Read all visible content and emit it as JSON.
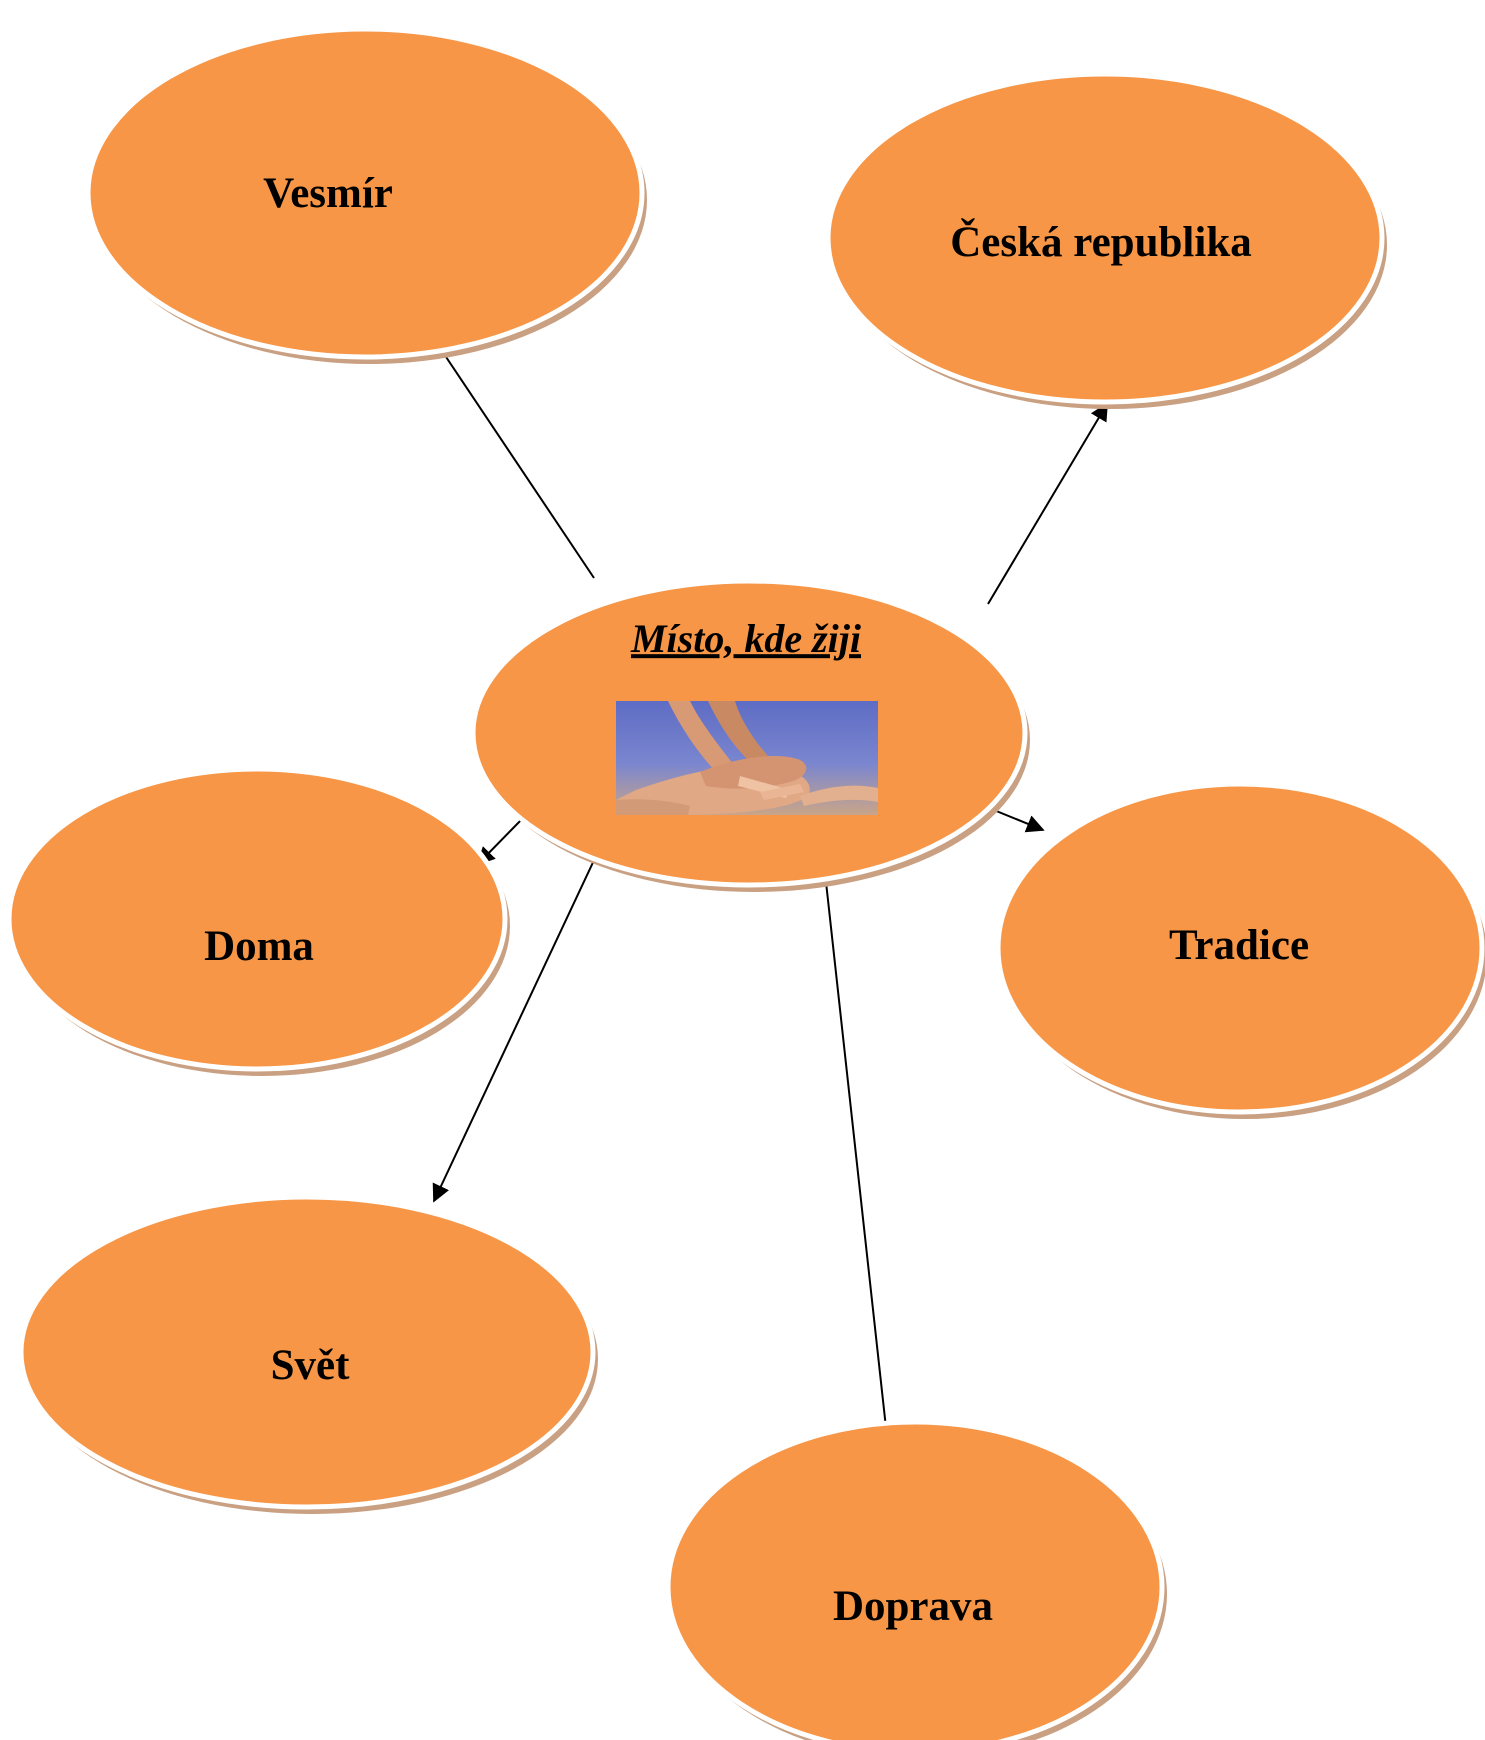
{
  "diagram": {
    "center": {
      "title": "Místo, kde žiji",
      "image": "hands-photo"
    },
    "nodes": [
      {
        "id": "vesmir",
        "label": "Vesmír"
      },
      {
        "id": "ceska-republika",
        "label": "Česká republika"
      },
      {
        "id": "doma",
        "label": "Doma"
      },
      {
        "id": "tradice",
        "label": "Tradice"
      },
      {
        "id": "svet",
        "label": "Svět"
      },
      {
        "id": "doprava",
        "label": "Doprava"
      }
    ],
    "edges": [
      {
        "from": "center",
        "to": "vesmir"
      },
      {
        "from": "center",
        "to": "ceska-republika"
      },
      {
        "from": "center",
        "to": "doma"
      },
      {
        "from": "center",
        "to": "tradice"
      },
      {
        "from": "center",
        "to": "svet"
      },
      {
        "from": "center",
        "to": "doprava"
      }
    ],
    "colors": {
      "ellipse_fill": "#F79646",
      "ellipse_border": "#ffffff",
      "ellipse_shadow": "#C9A082",
      "arrow": "#000000",
      "image_background": "#6A78C8"
    }
  }
}
